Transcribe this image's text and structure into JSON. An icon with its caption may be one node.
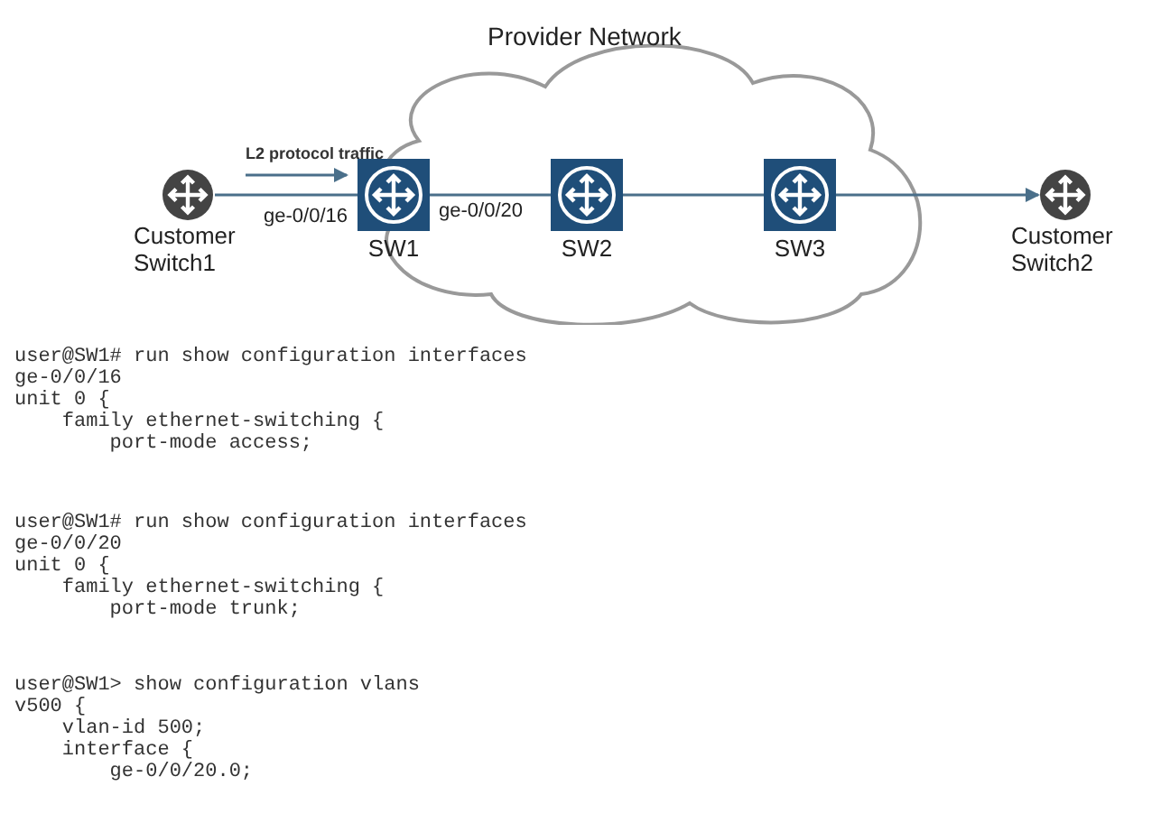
{
  "diagram": {
    "nodes": [
      {
        "text": [
          "Provider Network"
        ]
      },
      {
        "text": [
          "Customer Switch1"
        ]
      },
      {
        "text": [
          "SW1"
        ],
        "in": 0
      },
      {
        "text": [
          "SW2"
        ],
        "in": 0
      },
      {
        "text": [
          "SW3"
        ],
        "in": 0
      },
      {
        "text": [
          "Customer Switch2"
        ]
      }
    ],
    "edges": [
      {
        "from": 1,
        "to": 2,
        "arrow": "none",
        "label": "ge-0/0/16"
      },
      {
        "from": 2,
        "to": 3,
        "arrow": "none",
        "label": "ge-0/0/20"
      },
      {
        "from": 3,
        "to": 4,
        "arrow": "none"
      },
      {
        "from": 4,
        "to": 5,
        "arrow": "to"
      }
    ],
    "labels": [
      "L2 protocol traffic",
      "user@SW1# run show configuration interfaces",
      "ge-0/0/16",
      "unit 0 {",
      "    family ethernet-switching {",
      "        port-mode access;",
      "user@SW1# run show configuration interfaces",
      "ge-0/0/20",
      "unit 0 {",
      "    family ethernet-switching {",
      "        port-mode trunk;",
      "user@SW1> show configuration vlans",
      "v500 {",
      "    vlan-id 500;",
      "    interface {",
      "        ge-0/0/20.0;"
    ]
  }
}
